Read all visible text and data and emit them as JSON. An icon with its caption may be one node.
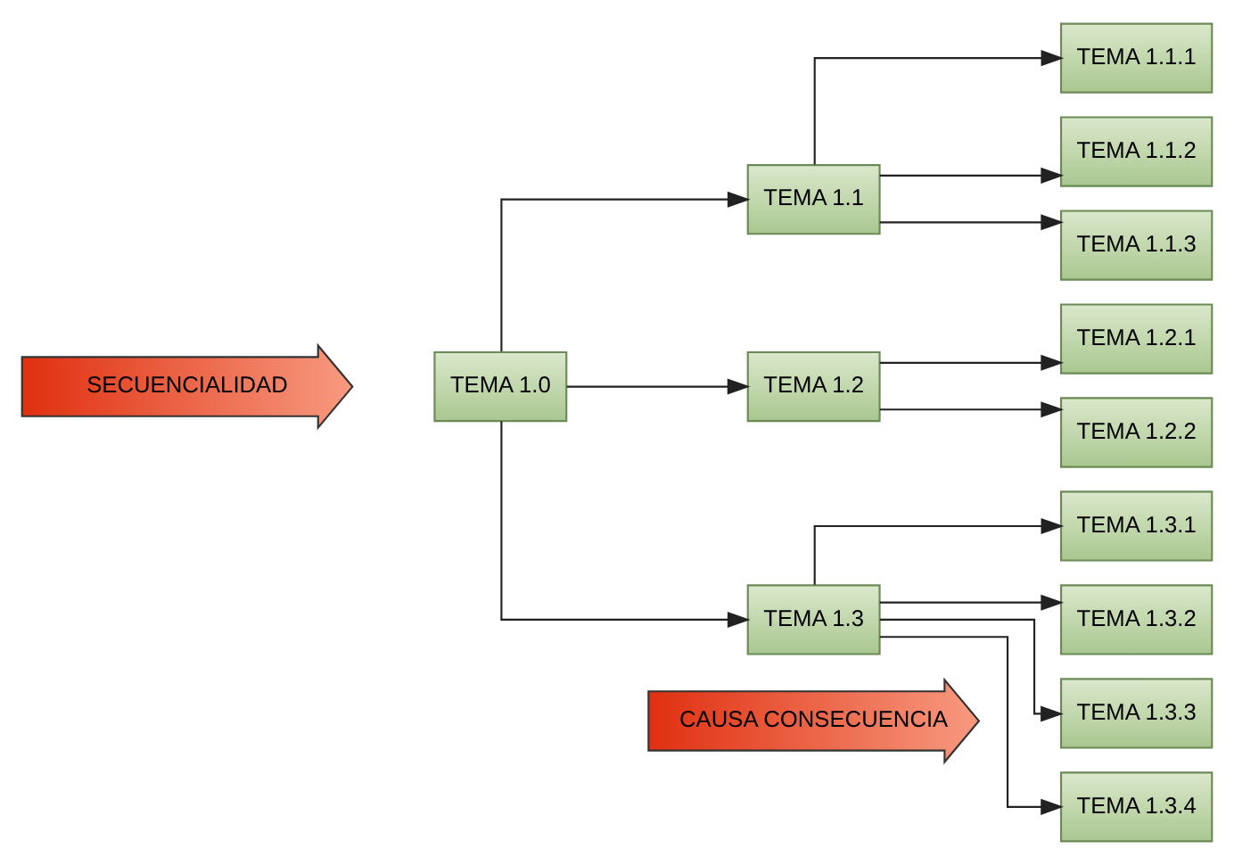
{
  "diagram": {
    "nodes": [
      {
        "text": [
          "CAUSA CONSECUENCIA"
        ]
      },
      {
        "text": [
          "SECUENCIALIDAD"
        ]
      },
      {
        "text": [
          "TEMA 1.0"
        ]
      },
      {
        "text": [
          "TEMA 1.1"
        ]
      },
      {
        "text": [
          "TEMA 1.1.1"
        ]
      },
      {
        "text": [
          "TEMA 1.1.2"
        ]
      },
      {
        "text": [
          "TEMA 1.1.3"
        ]
      },
      {
        "text": [
          "TEMA 1.2"
        ]
      },
      {
        "text": [
          "TEMA 1.2.1"
        ]
      },
      {
        "text": [
          "TEMA 1.2.2"
        ]
      },
      {
        "text": [
          "TEMA 1.3"
        ]
      },
      {
        "text": [
          "TEMA 1.3.1"
        ]
      },
      {
        "text": [
          "TEMA 1.3.2"
        ]
      },
      {
        "text": [
          "TEMA 1.3.3"
        ]
      },
      {
        "text": [
          "TEMA 1.3.4"
        ]
      }
    ],
    "edges": [
      {
        "from": 2,
        "to": 3,
        "arrow": "to"
      },
      {
        "from": 2,
        "to": 7,
        "arrow": "to"
      },
      {
        "from": 2,
        "to": 10,
        "arrow": "to"
      },
      {
        "from": 3,
        "to": 4,
        "arrow": "to"
      },
      {
        "from": 3,
        "to": 5,
        "arrow": "to"
      },
      {
        "from": 3,
        "to": 6,
        "arrow": "to"
      },
      {
        "from": 7,
        "to": 8,
        "arrow": "to"
      },
      {
        "from": 7,
        "to": 9,
        "arrow": "to"
      },
      {
        "from": 10,
        "to": 11,
        "arrow": "to"
      },
      {
        "from": 10,
        "to": 12,
        "arrow": "to"
      },
      {
        "from": 10,
        "to": 13,
        "arrow": "to"
      },
      {
        "from": 10,
        "to": 14,
        "arrow": "to"
      }
    ]
  }
}
